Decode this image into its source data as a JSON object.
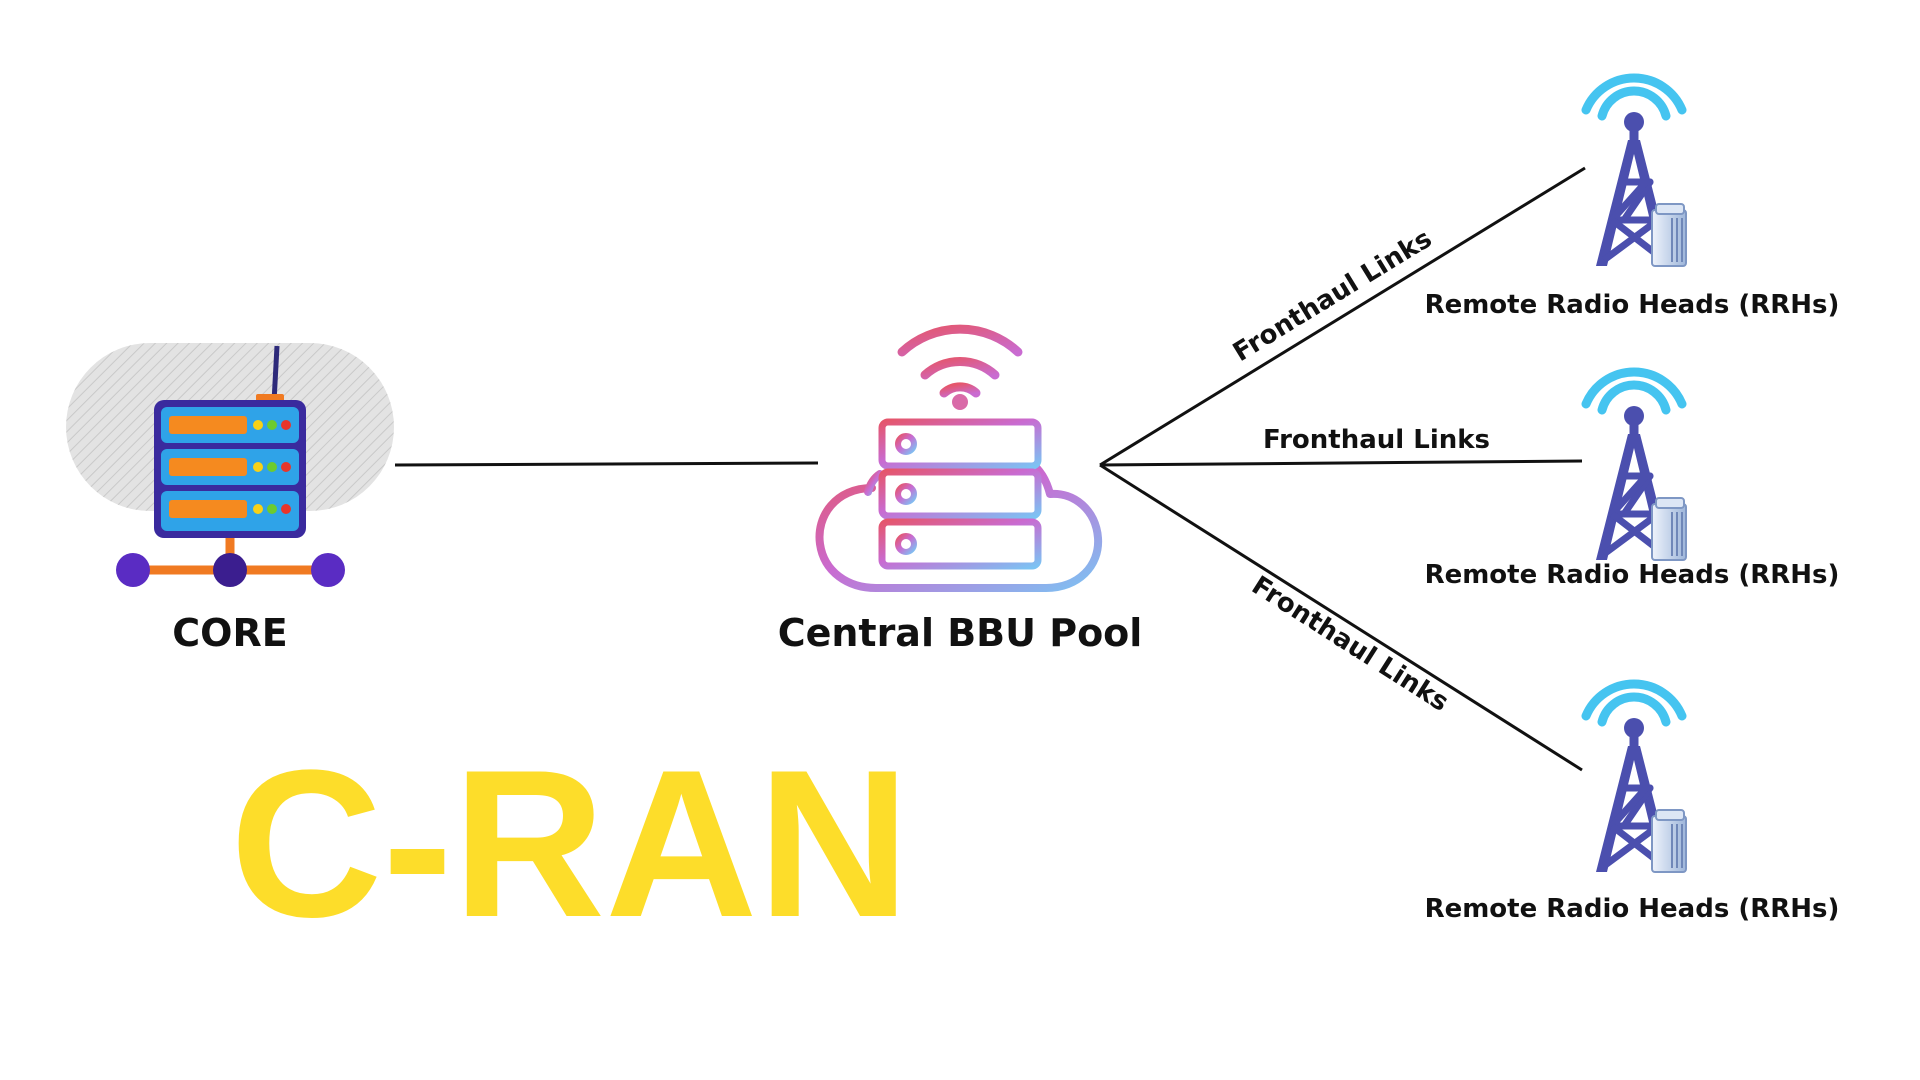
{
  "title": "C-RAN",
  "nodes": {
    "core": {
      "label": "CORE"
    },
    "bbu": {
      "label": "Central BBU Pool"
    },
    "rrh": [
      {
        "label": "Remote Radio Heads (RRHs)"
      },
      {
        "label": "Remote Radio Heads (RRHs)"
      },
      {
        "label": "Remote Radio Heads (RRHs)"
      }
    ]
  },
  "links": [
    {
      "label": "Fronthaul Links"
    },
    {
      "label": "Fronthaul Links"
    },
    {
      "label": "Fronthaul Links"
    }
  ],
  "icons": {
    "core": "server-router-icon",
    "bbu": "cloud-server-wifi-icon",
    "rrh": "cell-tower-icon"
  },
  "colors": {
    "title": "#FDDD2A",
    "tower": "#4B4FAE",
    "signal": "#45C4F0",
    "bbu_gradient_start": "#E5566C",
    "bbu_gradient_mid": "#C96BD1",
    "bbu_gradient_end": "#7CC3F3",
    "line": "#111111"
  }
}
